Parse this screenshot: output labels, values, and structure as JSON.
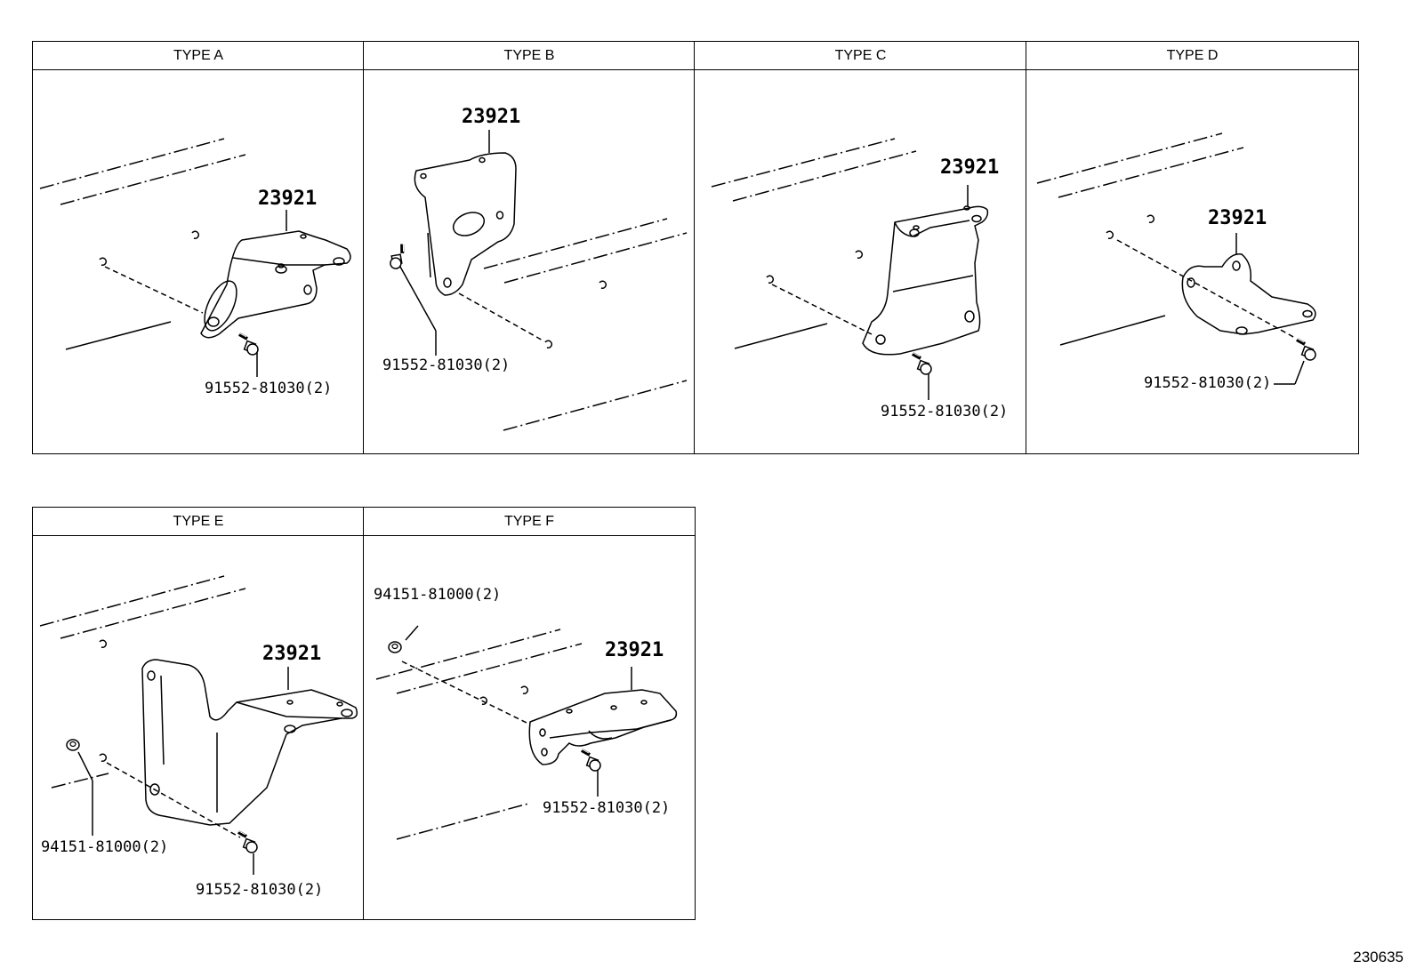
{
  "panels": {
    "a": {
      "title": "TYPE A",
      "part_bracket": "23921",
      "part_bolt": "91552-81030(2)"
    },
    "b": {
      "title": "TYPE B",
      "part_bracket": "23921",
      "part_bolt": "91552-81030(2)"
    },
    "c": {
      "title": "TYPE C",
      "part_bracket": "23921",
      "part_bolt": "91552-81030(2)"
    },
    "d": {
      "title": "TYPE D",
      "part_bracket": "23921",
      "part_bolt": "91552-81030(2)"
    },
    "e": {
      "title": "TYPE E",
      "part_bracket": "23921",
      "part_nut": "94151-81000(2)",
      "part_bolt": "91552-81030(2)"
    },
    "f": {
      "title": "TYPE F",
      "part_bracket": "23921",
      "part_nut": "94151-81000(2)",
      "part_bolt": "91552-81030(2)"
    }
  },
  "figure_id": "230635"
}
